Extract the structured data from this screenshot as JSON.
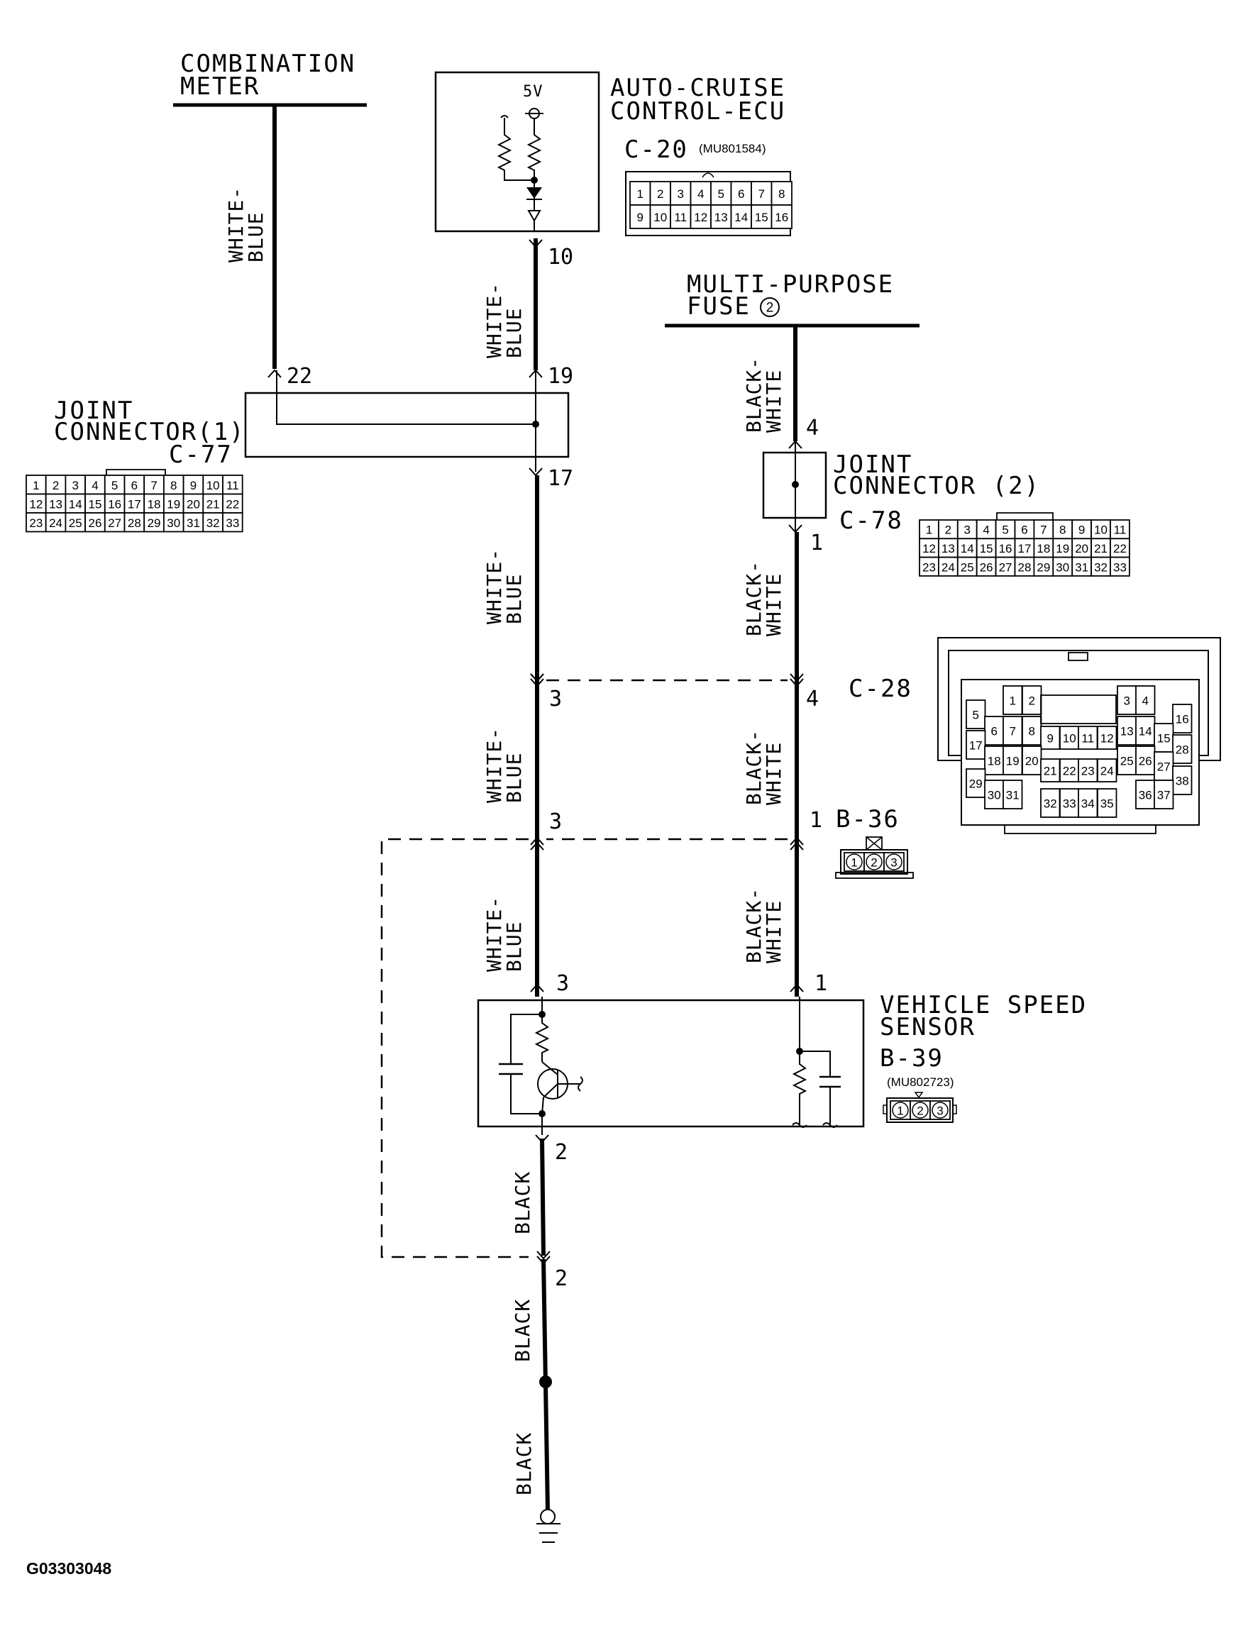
{
  "components": {
    "combination_meter": {
      "line1": "COMBINATION",
      "line2": "METER"
    },
    "auto_cruise_ecu": {
      "line1": "AUTO-CRUISE",
      "line2": "CONTROL-ECU",
      "connector": "C-20",
      "part_no": "(MU801584)",
      "voltage": "5V",
      "pins_row1": [
        "1",
        "2",
        "3",
        "4",
        "5",
        "6",
        "7",
        "8"
      ],
      "pins_row2": [
        "9",
        "10",
        "11",
        "12",
        "13",
        "14",
        "15",
        "16"
      ]
    },
    "multi_purpose_fuse": {
      "line1": "MULTI-PURPOSE",
      "line2": "FUSE",
      "fuse_no": "2"
    },
    "joint_connector_1": {
      "line1": "JOINT",
      "line2": "CONNECTOR(1)",
      "connector": "C-77",
      "pins_row1": [
        "1",
        "2",
        "3",
        "4",
        "5",
        "6",
        "7",
        "8",
        "9",
        "10",
        "11"
      ],
      "pins_row2": [
        "12",
        "13",
        "14",
        "15",
        "16",
        "17",
        "18",
        "19",
        "20",
        "21",
        "22"
      ],
      "pins_row3": [
        "23",
        "24",
        "25",
        "26",
        "27",
        "28",
        "29",
        "30",
        "31",
        "32",
        "33"
      ]
    },
    "joint_connector_2": {
      "line1": "JOINT",
      "line2": "CONNECTOR (2)",
      "connector": "C-78",
      "pins_row1": [
        "1",
        "2",
        "3",
        "4",
        "5",
        "6",
        "7",
        "8",
        "9",
        "10",
        "11"
      ],
      "pins_row2": [
        "12",
        "13",
        "14",
        "15",
        "16",
        "17",
        "18",
        "19",
        "20",
        "21",
        "22"
      ],
      "pins_row3": [
        "23",
        "24",
        "25",
        "26",
        "27",
        "28",
        "29",
        "30",
        "31",
        "32",
        "33"
      ]
    },
    "c28": {
      "connector": "C-28",
      "pins": [
        "1",
        "2",
        "3",
        "4",
        "5",
        "6",
        "7",
        "8",
        "9",
        "10",
        "11",
        "12",
        "13",
        "14",
        "15",
        "16",
        "17",
        "18",
        "19",
        "20",
        "21",
        "22",
        "23",
        "24",
        "25",
        "26",
        "27",
        "28",
        "29",
        "30",
        "31",
        "32",
        "33",
        "34",
        "35",
        "36",
        "37",
        "38"
      ]
    },
    "b36": {
      "connector": "B-36",
      "pins": [
        "1",
        "2",
        "3"
      ]
    },
    "vehicle_speed_sensor": {
      "line1": "VEHICLE SPEED",
      "line2": "SENSOR",
      "connector": "B-39",
      "part_no": "(MU802723)",
      "pins": [
        "1",
        "2",
        "3"
      ]
    }
  },
  "pins": {
    "ecu_10": "10",
    "jc1_22": "22",
    "jc1_19": "19",
    "jc1_17": "17",
    "c28_3": "3",
    "c28_4": "4",
    "b36_3": "3",
    "b36_1": "1",
    "vss_3": "3",
    "vss_1": "1",
    "vss_2": "2",
    "gnd_2": "2",
    "jc2_4": "4",
    "jc2_1": "1"
  },
  "wires": {
    "white": "WHITE-",
    "blue": "BLUE",
    "black_dash": "BLACK-",
    "white2": "WHITE",
    "black": "BLACK"
  },
  "caption": "G03303048"
}
